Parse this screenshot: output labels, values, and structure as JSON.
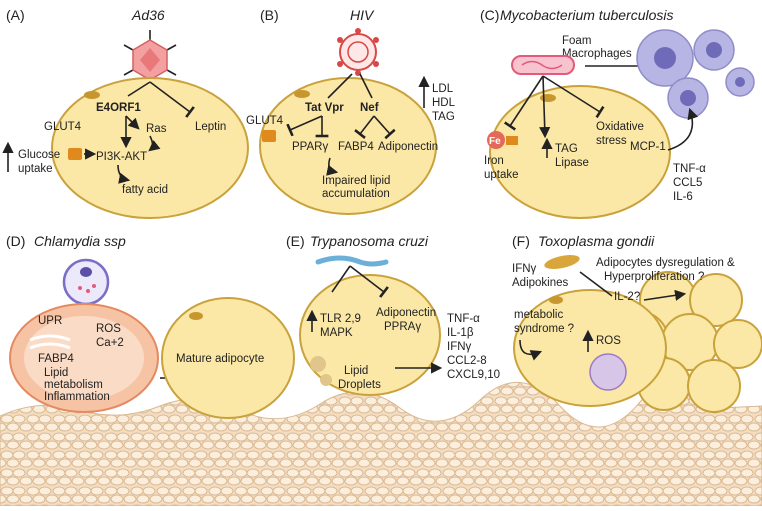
{
  "panels": {
    "a": {
      "letter": "(A)",
      "title": "Ad36",
      "e4orf1": "E4ORF1",
      "ras": "Ras",
      "leptin": "Leptin",
      "glut4": "GLUT4",
      "pi3k": "PI3K-AKT",
      "glucose": "Glucose",
      "uptake": "uptake",
      "fatty": "fatty acid"
    },
    "b": {
      "letter": "(B)",
      "title": "HIV",
      "tatvpr": "Tat Vpr",
      "nef": "Nef",
      "glut4": "GLUT4",
      "ppar": "PPARγ",
      "fabp4": "FABP4",
      "adipo": "Adiponectin",
      "impaired1": "Impaired lipid",
      "impaired2": "accumulation",
      "ldl": "LDL",
      "hdl": "HDL",
      "tag": "TAG"
    },
    "c": {
      "letter": "(C)",
      "title": "Mycobacterium tuberculosis",
      "foam1": "Foam",
      "foam2": "Macrophages",
      "fe": "Fe",
      "iron": "Iron",
      "uptake": "uptake",
      "tag": "TAG",
      "lipase": "Lipase",
      "ox1": "Oxidative",
      "ox2": "stress",
      "mcp": "MCP-1",
      "tnf": "TNF-α",
      "ccl5": "CCL5",
      "il6": "IL-6"
    },
    "d": {
      "letter": "(D)",
      "title": "Chlamydia ssp",
      "upr": "UPR",
      "ros": "ROS",
      "ca": "Ca+2",
      "fabp4": "FABP4",
      "lipid": "Lipid",
      "metab": "metabolism",
      "inflam": "Inflammation",
      "mature": "Mature adipocyte"
    },
    "e": {
      "letter": "(E)",
      "title": "Trypanosoma cruzi",
      "tlr": "TLR 2,9",
      "mapk": "MAPK",
      "adipo": "Adiponectin",
      "ppra": "PPRAγ",
      "lipid": "Lipid",
      "droplets": "Droplets",
      "tnf": "TNF-α",
      "il1": "IL-1β",
      "ifn": "IFNγ",
      "ccl": "CCL2-8",
      "cxcl": "CXCL9,10"
    },
    "f": {
      "letter": "(F)",
      "title": "Toxoplasma gondii",
      "ifn": "IFNγ",
      "adipokines": "Adipokines",
      "dys1": "Adipocytes dysregulation &",
      "dys2": "Hyperproliferation ?",
      "il2": "IL-2?",
      "meta1": "metabolic",
      "meta2": "syndrome ?",
      "ros": "ROS"
    }
  },
  "colors": {
    "cell_fill": "#fbe8a6",
    "cell_stroke": "#c9a23c",
    "nucleus": "#c8962e",
    "virus": "#e8787a",
    "hiv": "#d94848",
    "bacterium": "#e35a7a",
    "macrophage": "#b7b5e3",
    "chlamydia_cell": "#f2b797",
    "parasite": "#6ab0d8",
    "tissue": "#f6e2c6",
    "glut4": "#e08a1e"
  }
}
